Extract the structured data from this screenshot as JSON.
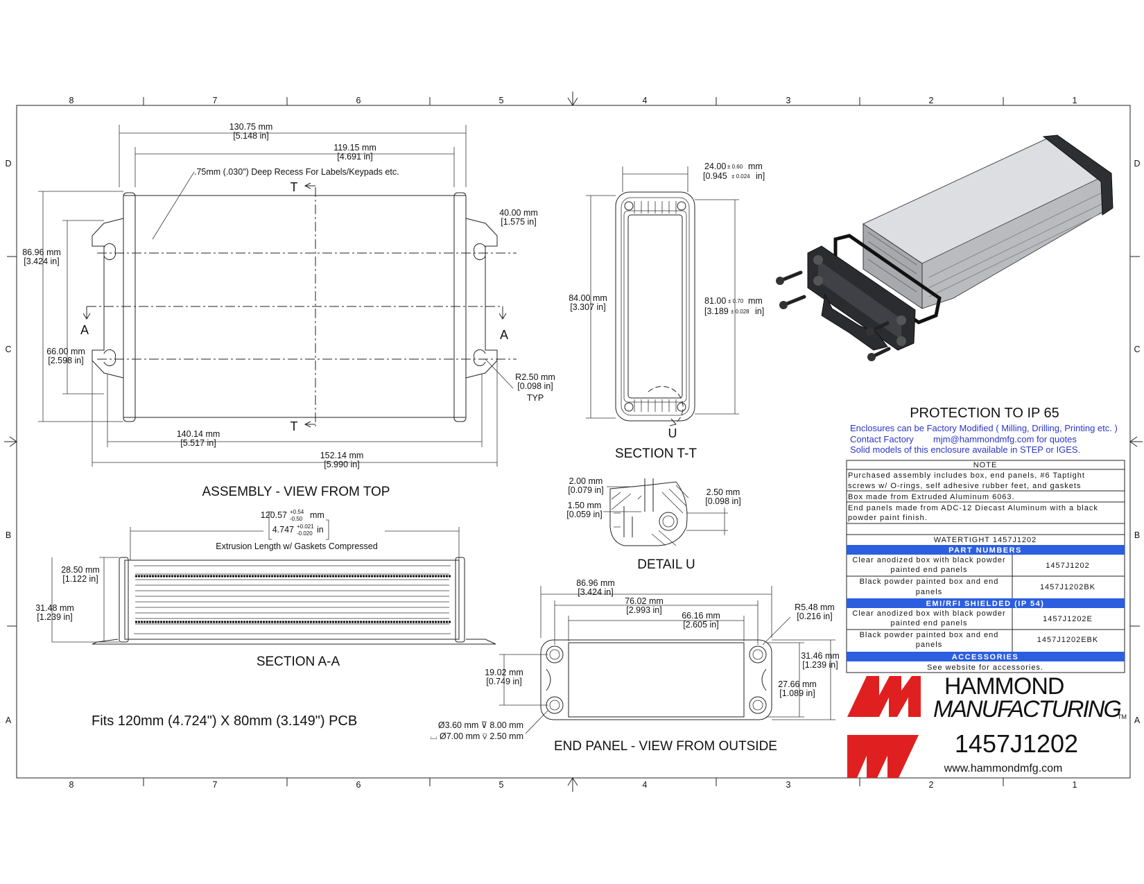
{
  "border": {
    "cols_top": [
      "8",
      "7",
      "6",
      "5",
      "4",
      "3",
      "2",
      "1"
    ],
    "rows_side": [
      "D",
      "C",
      "B",
      "A"
    ]
  },
  "views": {
    "assembly_title": "ASSEMBLY - VIEW FROM TOP",
    "section_aa_title": "SECTION A-A",
    "section_tt_title": "SECTION  T-T",
    "detail_u_title": "DETAIL  U",
    "end_panel_title": "END PANEL - VIEW FROM OUTSIDE",
    "pcb_fit": "Fits 120mm (4.724\") X 80mm (3.149\") PCB",
    "recess_note": ".75mm (.030\") Deep Recess For Labels/Keypads etc.",
    "extrusion_note": "Extrusion Length w/ Gaskets Compressed",
    "label_a": "A",
    "label_t": "T",
    "label_u": "U"
  },
  "dims": {
    "d130": "130.75 mm",
    "d130i": "[5.148 in]",
    "d119": "119.15 mm",
    "d119i": "[4.691 in]",
    "d40": "40.00 mm",
    "d40i": "[1.575 in]",
    "d8696": "86.96 mm",
    "d8696i": "[3.424 in]",
    "d66": "66.00 mm",
    "d66i": "[2.598 in]",
    "dr25": "R2.50 mm",
    "dr25i": "[0.098 in]",
    "typ": "TYP",
    "d140": "140.14 mm",
    "d140i": "[5.517 in]",
    "d152": "152.14 mm",
    "d152i": "[5.990 in]",
    "d24": "24.00",
    "d24tol": "± 0.60",
    "d24u": "mm",
    "d24i": "[0.945",
    "d24itol": "± 0.024",
    "d24iu": "in]",
    "d84": "84.00 mm",
    "d84i": "[3.307 in]",
    "d81": "81.00",
    "d81tol": "± 0.70",
    "d81u": "mm",
    "d81i": "[3.189",
    "d81itol": "± 0.028",
    "d81iu": "in]",
    "d2": "2.00 mm",
    "d2i": "[0.079 in]",
    "d15": "1.50 mm",
    "d15i": "[0.059 in]",
    "d25": "2.50 mm",
    "d25i": "[0.098 in]",
    "d120": "120.57",
    "d120p": "+0.54",
    "d120m": "-0.50",
    "d120u": "mm",
    "d4747": "4.747",
    "d4747p": "+0.021",
    "d4747m": "-0.020",
    "d4747u": "in",
    "d285": "28.50 mm",
    "d285i": "[1.122 in]",
    "d3148": "31.48 mm",
    "d3148i": "[1.239 in]",
    "e8696": "86.96 mm",
    "e8696i": "[3.424 in]",
    "e7602": "76.02 mm",
    "e7602i": "[2.993 in]",
    "e6616": "66.16 mm",
    "e6616i": "[2.605 in]",
    "er548": "R5.48 mm",
    "er548i": "[0.216 in]",
    "e3146": "31.46 mm",
    "e3146i": "[1.239 in]",
    "e2766": "27.66 mm",
    "e2766i": "[1.089 in]",
    "e1902": "19.02 mm",
    "e1902i": "[0.749 in]",
    "hole1": "Ø3.60 mm ⊽ 8.00 mm",
    "hole2": "⌴ Ø7.00 mm ⊽ 2.50 mm"
  },
  "info": {
    "protection": "PROTECTION TO IP 65",
    "line1": "Enclosures can be Factory Modified ( Milling, Drilling, Printing etc. )",
    "line2a": "Contact Factory",
    "line2b": "mjm@hammondmfg.com for quotes",
    "line3": "Solid models of this enclosure available in STEP or IGES."
  },
  "table": {
    "note_header": "NOTE",
    "note1a": "Purchased assembly includes box, end panels, #6 Taptight",
    "note1b": "screws w/ O-rings, self adhesive rubber feet, and gaskets",
    "note2": "Box made from Extruded Aluminum 6063.",
    "note3a": "End panels made from ADC-12 Diecast Aluminum with a black",
    "note3b": "powder paint finish.",
    "watertight": "WATERTIGHT 1457J1202",
    "part_numbers": "PART NUMBERS",
    "r1a": "Clear anodized box with black powder",
    "r1b": "painted end panels",
    "r1pn": "1457J1202",
    "r2a": "Black powder painted box and end",
    "r2b": "panels",
    "r2pn": "1457J1202BK",
    "emi": "EMI/RFI SHIELDED (IP 54)",
    "r3a": "Clear anodized box with black powder",
    "r3b": "painted end panels",
    "r3pn": "1457J1202E",
    "r4a": "Black powder painted box and end",
    "r4b": "panels",
    "r4pn": "1457J1202EBK",
    "accessories": "ACCESSORIES",
    "acc_note": "See website for accessories."
  },
  "brand": {
    "name1": "HAMMOND",
    "name2": "MANUFACTURING",
    "tm": "TM",
    "part": "1457J1202",
    "url": "www.hammondmfg.com",
    "logo_color": "#e02020"
  }
}
